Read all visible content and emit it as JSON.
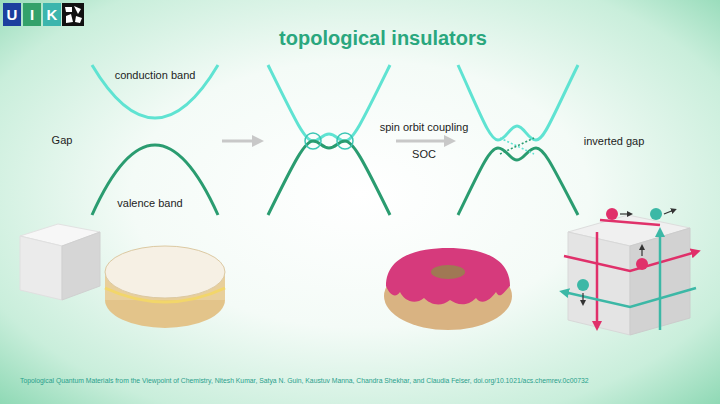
{
  "diagram": {
    "title": "topological insulators",
    "caption": "Topological Quantum Materials from the Viewpoint of Chemistry, Nitesh Kumar, Satya N. Guin, Kaustuv Manna, Chandra Shekhar, and Claudia Felser, doi.org/10.1021/acs.chemrev.0c00732",
    "nodes": [
      {
        "text": [
          "U"
        ]
      },
      {
        "text": [
          "I"
        ]
      },
      {
        "text": [
          "K"
        ]
      }
    ],
    "labels": [
      "conduction band",
      "Gap",
      "valence band",
      "spin orbit coupling",
      "SOC",
      "inverted gap"
    ]
  }
}
